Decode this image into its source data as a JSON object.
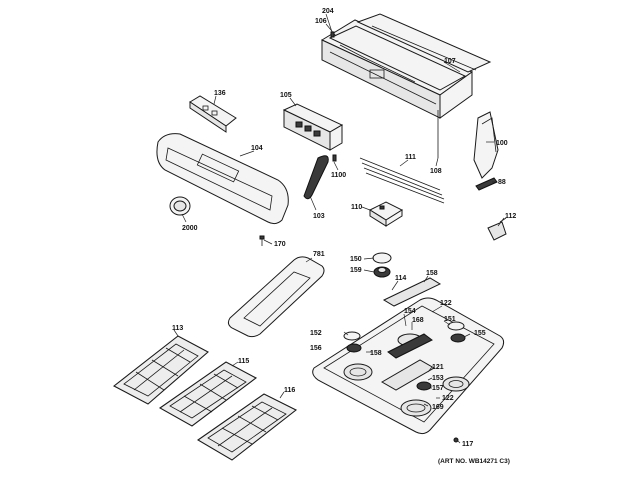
{
  "labels": {
    "l204": "204",
    "l106": "106",
    "l107": "107",
    "l136": "136",
    "l105": "105",
    "l100": "100",
    "l104": "104",
    "l111": "111",
    "l108": "108",
    "l1100": "1100",
    "l88": "88",
    "l2000": "2000",
    "l103": "103",
    "l110": "110",
    "l112": "112",
    "l170": "170",
    "l781": "781",
    "l150": "150",
    "l159": "159",
    "l114": "114",
    "l158a": "158",
    "l113": "113",
    "l122a": "122",
    "l154": "154",
    "l168": "168",
    "l151": "151",
    "l152": "152",
    "l155": "155",
    "l156": "156",
    "l158b": "158",
    "l115": "115",
    "l121": "121",
    "l153": "153",
    "l157": "157",
    "l122b": "122",
    "l169": "169",
    "l116": "116",
    "l117": "117"
  },
  "footer": {
    "art_no": "(ART NO. WB14271 C3)"
  }
}
